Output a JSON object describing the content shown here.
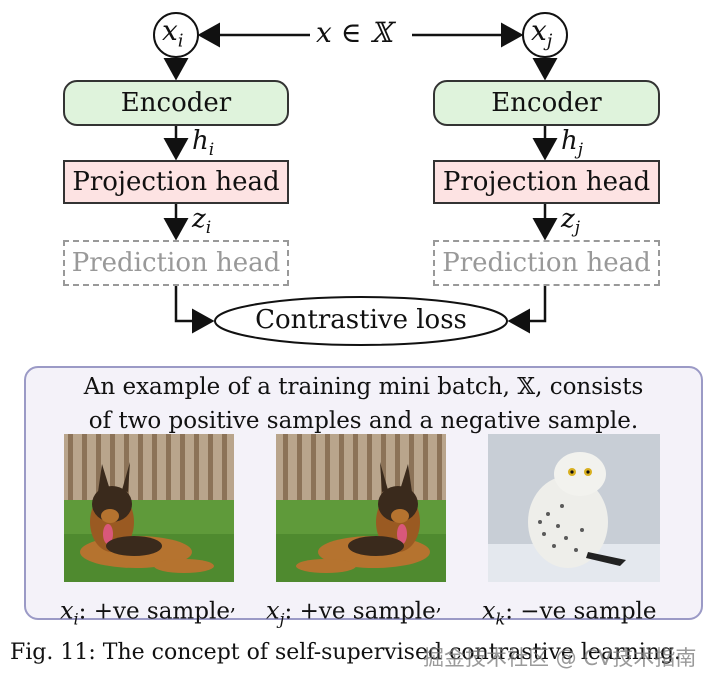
{
  "diagram": {
    "left_input": "x",
    "left_input_sub": "i",
    "right_input": "x",
    "right_input_sub": "j",
    "set_label": "x ∈ 𝕏",
    "encoder_label": "Encoder",
    "h_left": "h",
    "h_left_sub": "i",
    "h_right": "h",
    "h_right_sub": "j",
    "projection_label": "Projection head",
    "z_left": "z",
    "z_left_sub": "i",
    "z_right": "z",
    "z_right_sub": "j",
    "prediction_label": "Prediction head",
    "loss_label": "Contrastive loss"
  },
  "panel": {
    "line1": "An example of a training mini batch, 𝕏, consists",
    "line2": "of two positive samples and a negative sample.",
    "samples": [
      {
        "var": "x",
        "sub": "i",
        "label": ":  +ve sample",
        "trail": ","
      },
      {
        "var": "x",
        "sub": "j",
        "label": ":  +ve sample",
        "trail": ","
      },
      {
        "var": "x",
        "sub": "k",
        "label": ":  −ve sample",
        "trail": ""
      }
    ]
  },
  "figure_caption": "Fig. 11: The concept of self-supervised contrastive learning.",
  "watermark": "掘金技术社区 @ CV技术指南",
  "colors": {
    "encoder": "#dff3dc",
    "projection": "#fde3e3",
    "panel_bg": "#f4f2f9",
    "panel_border": "#9b9ac6"
  }
}
